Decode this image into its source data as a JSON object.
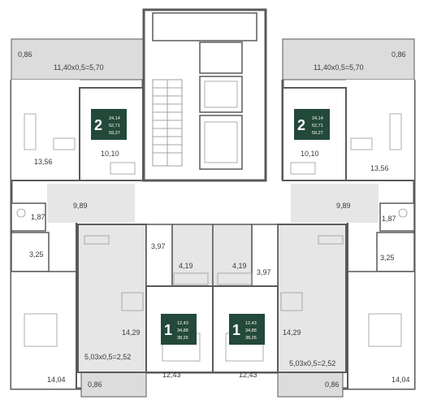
{
  "colors": {
    "wall": "#5a5a5a",
    "room_white": "#ffffff",
    "room_grey": "#e6e6e6",
    "balcony": "#dcdcdc",
    "badge": "#23493a",
    "furniture": "#9a9a9a"
  },
  "labels": {
    "tl_balcony_small": "0,86",
    "tl_balcony_big": "11,40x0,5=5,70",
    "tr_balcony_big": "11,40x0,5=5,70",
    "tr_balcony_small": "0,86",
    "tl_living": "13,56",
    "tl_bedroom": "10,10",
    "tl_hall": "9,89",
    "tl_wc": "1,87",
    "tl_bath": "3,25",
    "tr_bedroom": "10,10",
    "tr_living": "13,56",
    "tr_hall": "9,89",
    "tr_wc": "1,87",
    "tr_bath": "3,25",
    "cl_hall": "3,97",
    "cl_bath": "4,19",
    "cr_bath": "4,19",
    "cr_hall": "3,97",
    "bl_living": "14,29",
    "bl_balcony_big": "5,03x0,5=2,52",
    "bl_balcony_small": "0,86",
    "bl_room": "14,04",
    "cl_room": "12,43",
    "cr_room": "12,43",
    "br_living": "14,29",
    "br_balcony_big": "5,03x0,5=2,52",
    "br_balcony_small": "0,86",
    "br_room": "14,04"
  },
  "badges": {
    "tl": {
      "rooms": "2",
      "l1": "24,14",
      "l2": "52,71",
      "l3": "59,27"
    },
    "tr": {
      "rooms": "2",
      "l1": "24,14",
      "l2": "52,71",
      "l3": "59,27"
    },
    "cl": {
      "rooms": "1",
      "l1": "12,43",
      "l2": "34,88",
      "l3": "38,26"
    },
    "cr": {
      "rooms": "1",
      "l1": "12,43",
      "l2": "34,88",
      "l3": "38,26"
    }
  }
}
